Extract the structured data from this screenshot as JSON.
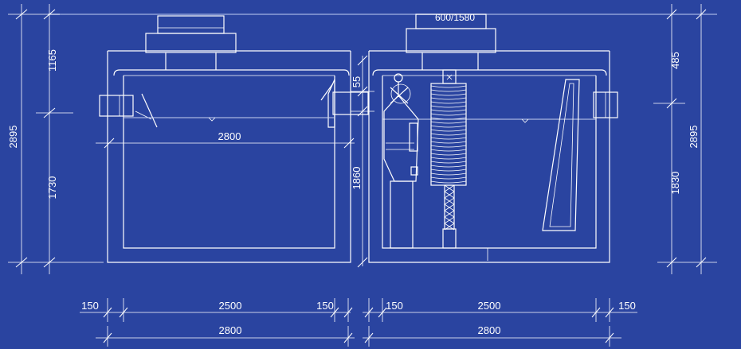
{
  "background_color": "#2a44a0",
  "line_color": "#ffffff",
  "dimensions": {
    "left_top_height": "1165",
    "left_total_height": "2895",
    "left_bottom_height": "1730",
    "inner_span_left": "2800",
    "middle_height": "1860",
    "middle_small": "55",
    "right_top_height": "485",
    "right_total_height": "2895",
    "right_bottom_height": "1830",
    "cover_size": "600/1580",
    "bottom_left": {
      "wall_left": "150",
      "inner": "2500",
      "wall_right": "150",
      "total": "2800"
    },
    "bottom_right": {
      "wall_left": "150",
      "inner": "2500",
      "wall_right": "150",
      "total": "2800"
    }
  }
}
